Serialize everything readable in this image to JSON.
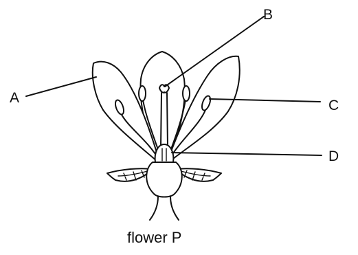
{
  "diagram": {
    "caption": "flower P",
    "labels": {
      "a": "A",
      "b": "B",
      "c": "C",
      "d": "D"
    }
  }
}
